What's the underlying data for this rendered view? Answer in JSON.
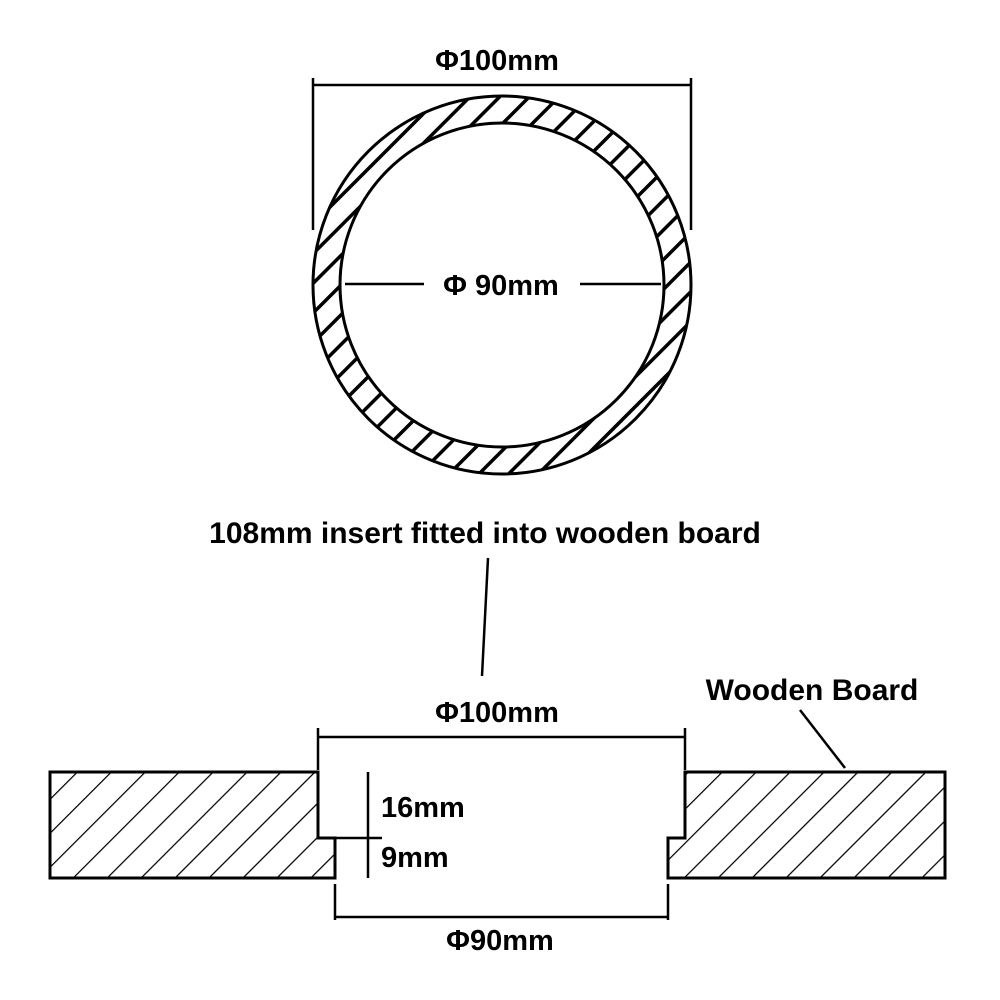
{
  "top_view": {
    "outer_dim_label": "Φ100mm",
    "inner_dim_label": "Φ 90mm"
  },
  "caption": "108mm insert fitted into wooden board",
  "section_view": {
    "board_label": "Wooden Board",
    "outer_dim_label": "Φ100mm",
    "flange_depth_label": "16mm",
    "lower_depth_label": "9mm",
    "inner_dim_label": "Φ90mm"
  },
  "colors": {
    "line": "#000000",
    "background": "#ffffff"
  }
}
